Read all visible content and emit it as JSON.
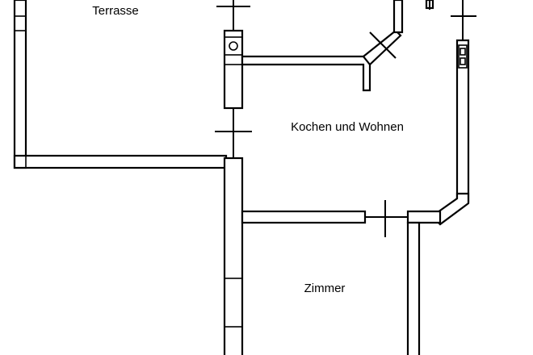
{
  "plan": {
    "rooms": [
      {
        "id": "terrace",
        "label": "Terrasse"
      },
      {
        "id": "kitchen-living",
        "label": "Kochen und Wohnen"
      },
      {
        "id": "room",
        "label": "Zimmer"
      }
    ]
  }
}
